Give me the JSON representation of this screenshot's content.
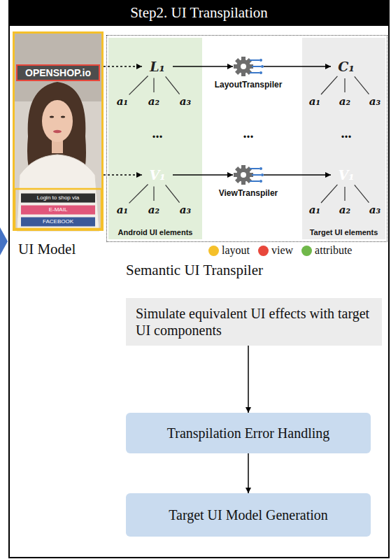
{
  "diagram": {
    "title": "Step2. UI Transpilation",
    "nodes": [
      {
        "text": [
          "UI Model"
        ]
      },
      {
        "text": [
          "Semantic UI Transpiler"
        ]
      },
      {
        "text": [
          "Android UI elements"
        ],
        "in": 1
      },
      {
        "text": [
          "Target UI elements"
        ],
        "in": 1
      },
      {
        "text": [
          "L₁"
        ],
        "in": 2
      },
      {
        "text": [
          "a₁"
        ],
        "in": 2
      },
      {
        "text": [
          "a₂"
        ],
        "in": 2
      },
      {
        "text": [
          "a₃"
        ],
        "in": 2
      },
      {
        "text": [
          "LayoutTranspiler"
        ],
        "in": 1
      },
      {
        "text": [
          "C₁"
        ],
        "in": 3
      },
      {
        "text": [
          "a₁"
        ],
        "in": 3
      },
      {
        "text": [
          "a₂"
        ],
        "in": 3
      },
      {
        "text": [
          "a₃"
        ],
        "in": 3
      },
      {
        "text": [
          "V₁"
        ],
        "in": 2
      },
      {
        "text": [
          "a₁"
        ],
        "in": 2
      },
      {
        "text": [
          "a₂"
        ],
        "in": 2
      },
      {
        "text": [
          "a₃"
        ],
        "in": 2
      },
      {
        "text": [
          "ViewTranspiler"
        ],
        "in": 1
      },
      {
        "text": [
          "V₁"
        ],
        "in": 3
      },
      {
        "text": [
          "a₁"
        ],
        "in": 3
      },
      {
        "text": [
          "a₂"
        ],
        "in": 3
      },
      {
        "text": [
          "a₃"
        ],
        "in": 3
      },
      {
        "text": [
          "Simulate equivalent UI effects with target UI components"
        ]
      },
      {
        "text": [
          "Transpilation Error Handling"
        ]
      },
      {
        "text": [
          "Target UI Model Generation"
        ]
      }
    ],
    "edges": [
      {
        "from": 0,
        "to": 4,
        "arrow": "to"
      },
      {
        "from": 0,
        "to": 13,
        "arrow": "to"
      },
      {
        "from": 4,
        "to": 5,
        "arrow": "none"
      },
      {
        "from": 4,
        "to": 6,
        "arrow": "none"
      },
      {
        "from": 4,
        "to": 7,
        "arrow": "none"
      },
      {
        "from": 4,
        "to": 8,
        "arrow": "to"
      },
      {
        "from": 8,
        "to": 9,
        "arrow": "to"
      },
      {
        "from": 9,
        "to": 10,
        "arrow": "none"
      },
      {
        "from": 9,
        "to": 11,
        "arrow": "none"
      },
      {
        "from": 9,
        "to": 12,
        "arrow": "none"
      },
      {
        "from": 13,
        "to": 14,
        "arrow": "none"
      },
      {
        "from": 13,
        "to": 15,
        "arrow": "none"
      },
      {
        "from": 13,
        "to": 16,
        "arrow": "none"
      },
      {
        "from": 13,
        "to": 17,
        "arrow": "to"
      },
      {
        "from": 17,
        "to": 18,
        "arrow": "to"
      },
      {
        "from": 18,
        "to": 19,
        "arrow": "none"
      },
      {
        "from": 18,
        "to": 20,
        "arrow": "none"
      },
      {
        "from": 18,
        "to": 21,
        "arrow": "none"
      },
      {
        "from": 22,
        "to": 23,
        "arrow": "to"
      },
      {
        "from": 23,
        "to": 24,
        "arrow": "to"
      }
    ],
    "labels": [
      "OPENSHOP.io",
      "Login to shop via",
      "E-MAIL",
      "FACEBOOK",
      "...",
      "...",
      "..."
    ],
    "legend": [
      {
        "text": "layout",
        "color": "#f5c02a"
      },
      {
        "text": "view",
        "color": "#e8473b"
      },
      {
        "text": "attribute",
        "color": "#70b84a"
      }
    ]
  }
}
